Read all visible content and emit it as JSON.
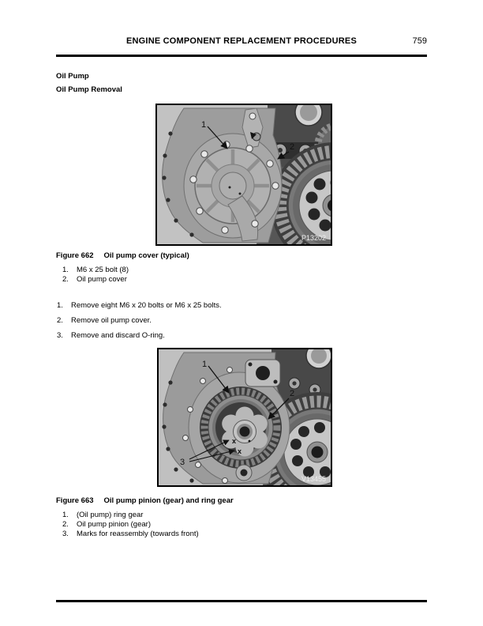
{
  "header": {
    "title": "ENGINE COMPONENT REPLACEMENT PROCEDURES",
    "page_number": "759"
  },
  "section": {
    "heading": "Oil Pump",
    "subheading": "Oil Pump Removal"
  },
  "figure_662": {
    "caption_label": "Figure 662",
    "caption_title": "Oil pump cover (typical)",
    "photo_id": "P13202",
    "callouts": [
      "1",
      "2"
    ],
    "legend": [
      {
        "num": "1.",
        "text": "M6 x 25 bolt (8)"
      },
      {
        "num": "2.",
        "text": "Oil pump cover"
      }
    ]
  },
  "steps": [
    {
      "num": "1.",
      "text": "Remove eight M6 x 20 bolts or M6 x 25 bolts."
    },
    {
      "num": "2.",
      "text": "Remove oil pump cover."
    },
    {
      "num": "3.",
      "text": "Remove and discard O-ring."
    }
  ],
  "figure_663": {
    "caption_label": "Figure 663",
    "caption_title": "Oil pump pinion (gear) and ring gear",
    "photo_id": "V13455",
    "callouts": [
      "1",
      "2",
      "3"
    ],
    "marks": [
      "x",
      "x"
    ],
    "legend": [
      {
        "num": "1.",
        "text": "(Oil pump) ring gear"
      },
      {
        "num": "2.",
        "text": "Oil pump pinion (gear)"
      },
      {
        "num": "3.",
        "text": "Marks for reassembly (towards front)"
      }
    ]
  },
  "colors": {
    "rule": "#000000",
    "photo_background": "#bdbdbd",
    "watermark_text": "#eeeeee"
  }
}
